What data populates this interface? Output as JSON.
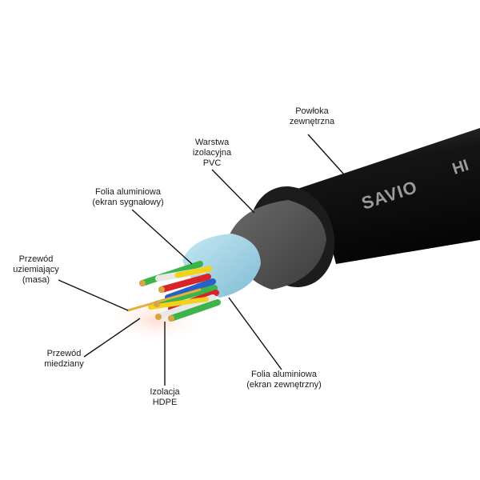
{
  "brand": {
    "logo_text": "SAVIO",
    "model_text": "HI"
  },
  "colors": {
    "jacket": "#101010",
    "pvc_layer": "#4a4a4a",
    "outer_foil": "#9fd3e6",
    "background": "#ffffff",
    "leader_line": "#111111"
  },
  "labels": {
    "outer_jacket": [
      "Powłoka",
      "zewnętrzna"
    ],
    "pvc_layer": [
      "Warstwa",
      "izolacyjna",
      "PVC"
    ],
    "signal_foil": [
      "Folia aluminiowa",
      "(ekran sygnałowy)"
    ],
    "ground_wire": [
      "Przewód",
      "uziemiający",
      "(masa)"
    ],
    "copper_wire": [
      "Przewód",
      "miedziany"
    ],
    "hdpe": [
      "Izolacja",
      "HDPE"
    ],
    "outer_foil": [
      "Folia aluminiowa",
      "(ekran zewnętrzny)"
    ]
  }
}
